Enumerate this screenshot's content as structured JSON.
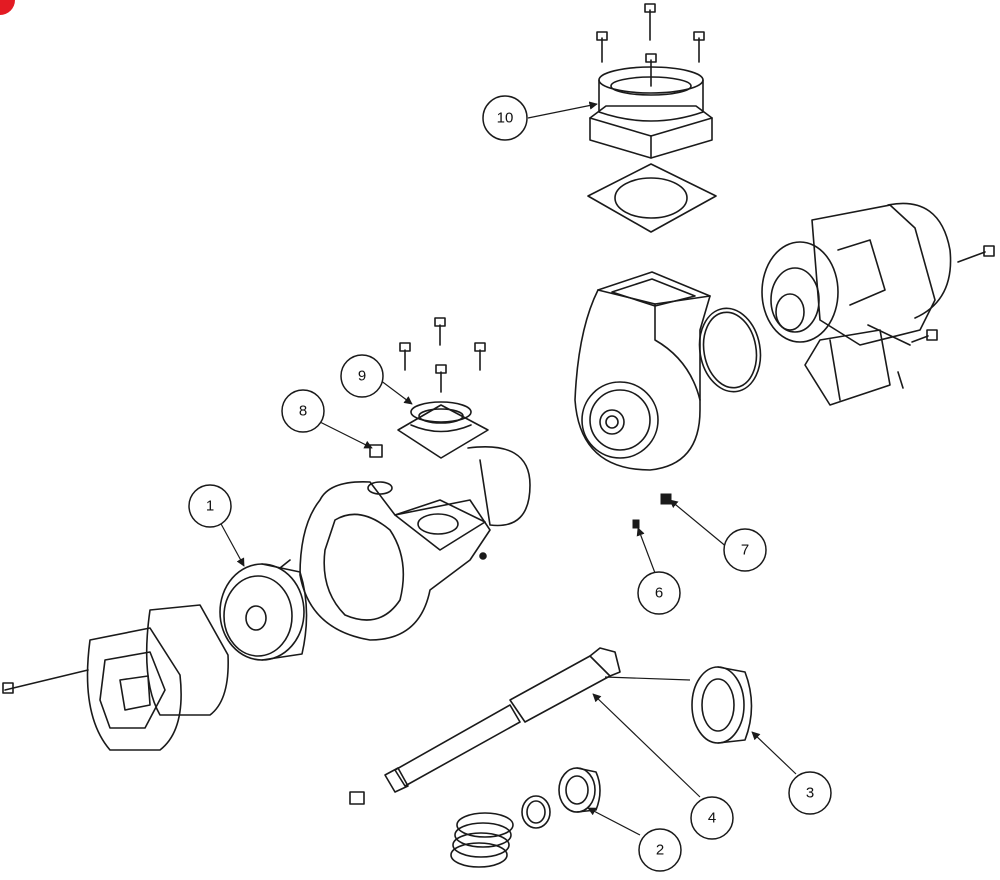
{
  "diagram": {
    "type": "exploded-parts-view",
    "callouts": [
      {
        "id": "p1",
        "label": "1"
      },
      {
        "id": "p2",
        "label": "2"
      },
      {
        "id": "p3",
        "label": "3"
      },
      {
        "id": "p4",
        "label": "4"
      },
      {
        "id": "p6",
        "label": "6"
      },
      {
        "id": "p7",
        "label": "7"
      },
      {
        "id": "p8",
        "label": "8"
      },
      {
        "id": "p9",
        "label": "9"
      },
      {
        "id": "p10",
        "label": "10"
      }
    ]
  },
  "colors": {
    "ink": "#1a1a1a",
    "background": "#ffffff",
    "corner_badge": "#e31b23"
  }
}
